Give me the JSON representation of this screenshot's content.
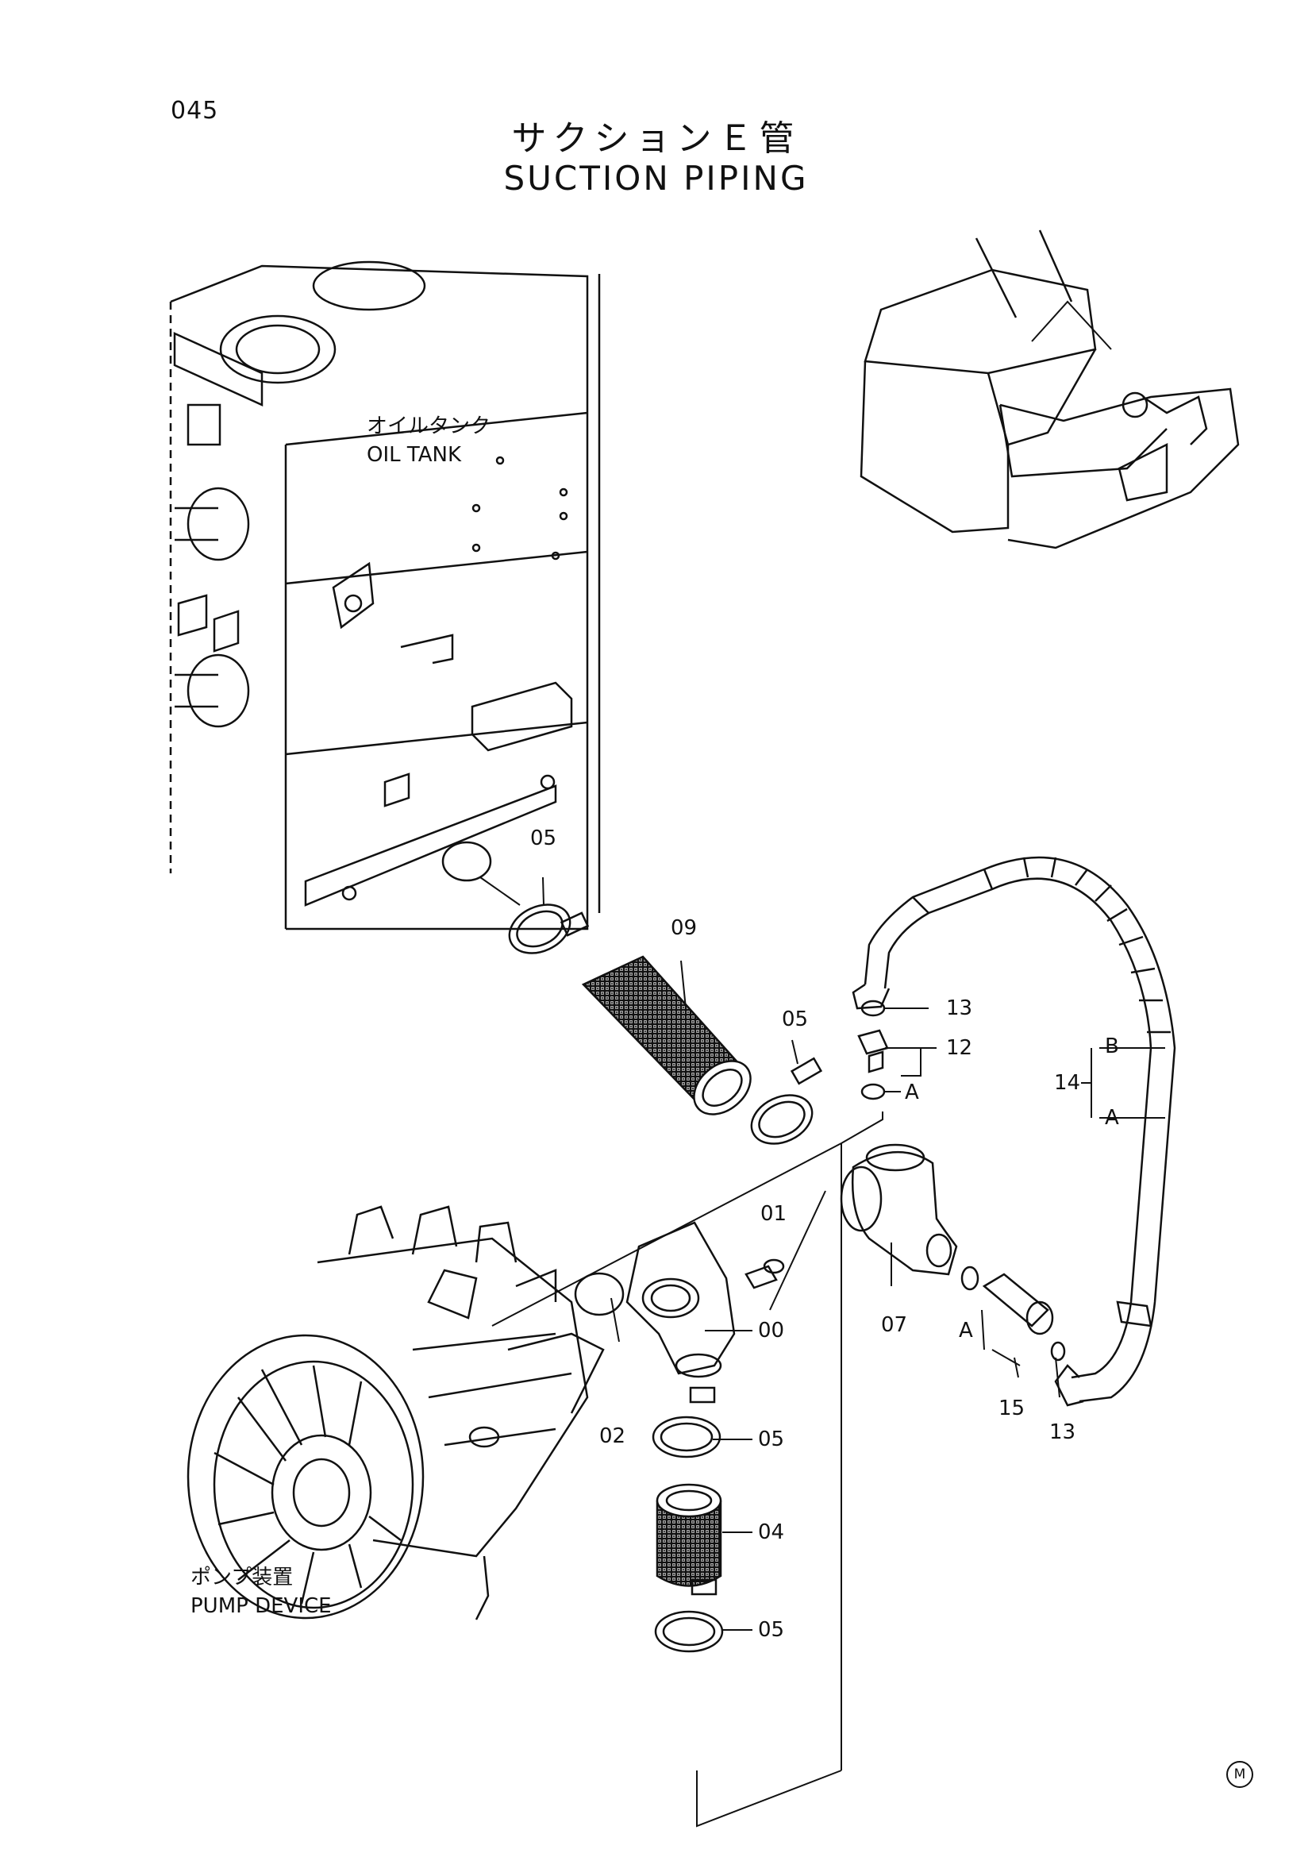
{
  "page_number": "045",
  "title_jp": "サクションＥ管",
  "title_en": "SUCTION PIPING",
  "labels": {
    "oil_tank_jp": "オイルタンク",
    "oil_tank_en": "OIL TANK",
    "pump_device_jp": "ポンプ装置",
    "pump_device_en": "PUMP DEVICE"
  },
  "callouts": {
    "c05_top": "05",
    "c09": "09",
    "c05_mid": "05",
    "c13_top": "13",
    "c12": "12",
    "cA_top": "A",
    "cB": "B",
    "c14": "14",
    "cA_hose": "A",
    "c01": "01",
    "c00": "00",
    "c02": "02",
    "c07": "07",
    "cA_low": "A",
    "c15": "15",
    "c13_low": "13",
    "c05_low1": "05",
    "c04": "04",
    "c05_low2": "05"
  },
  "mark": "M"
}
